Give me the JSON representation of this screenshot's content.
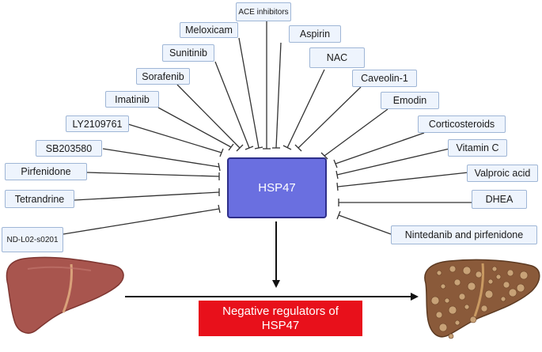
{
  "center": {
    "label": "HSP47"
  },
  "outcome": {
    "line1": "Negative regulators of",
    "line2": "HSP47"
  },
  "drugs": {
    "ace": "ACE inhibitors",
    "meloxicam": "Meloxicam",
    "aspirin": "Aspirin",
    "sunitinib": "Sunitinib",
    "nac": "NAC",
    "sorafenib": "Sorafenib",
    "caveolin": "Caveolin-1",
    "imatinib": "Imatinib",
    "emodin": "Emodin",
    "ly": "LY2109761",
    "corticosteroids": "Corticosteroids",
    "sb": "SB203580",
    "vitc": "Vitamin C",
    "pirfenidone": "Pirfenidone",
    "valproic": "Valproic acid",
    "tetrandrine": "Tetrandrine",
    "dhea": "DHEA",
    "nd": "ND-L02-s0201",
    "nintedanib": "Nintedanib and pirfenidone"
  },
  "colors": {
    "hsp47_fill": "#6a6fe0",
    "outcome_fill": "#e8101b",
    "drug_fill": "#eef4fd",
    "healthy_liver": "#a8554e",
    "fibrotic_liver": "#8a5a3a"
  },
  "icons": [
    "healthy-liver-icon",
    "fibrotic-liver-icon"
  ]
}
